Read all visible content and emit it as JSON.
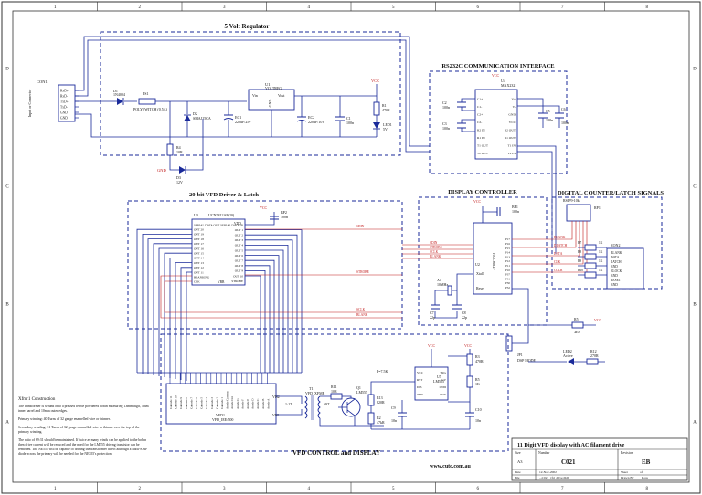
{
  "border": {
    "columns": [
      "1",
      "2",
      "3",
      "4",
      "5",
      "6",
      "7",
      "8"
    ],
    "rows": [
      "D",
      "C",
      "B",
      "A"
    ]
  },
  "blocks": {
    "regulator": "5 Volt Regulator",
    "rs232": "RS232C COMMUNICATION INTERFACE",
    "vfd_driver": "20-bit VFD Driver & Latch",
    "display_ctrl": "DISPLAY CONTROLLER",
    "digital_latch": "DIGITAL COUNTER/LATCH SIGNALS",
    "vfd_control": "VFD CONTROL and DISPLAY"
  },
  "connector": {
    "ref": "CON1",
    "pins": [
      "RxD+",
      "RxD-",
      "TxD+",
      "TxD-",
      "GND",
      "GND"
    ],
    "side_label": "Input or Connector"
  },
  "regulator": {
    "d1_ref": "D1",
    "d1_val": "1N4004",
    "ps1_ref": "PS1",
    "ps1_val": "POLYSWITCH (0.5A)",
    "d2_ref": "D2",
    "d2_val": "SMAJ15CA",
    "c1_ref": "EC1",
    "c1_val": "220uF/25v",
    "u1_ref": "U1",
    "u1_val": "VOLTREG",
    "u1_vin": "Vin",
    "u1_vout": "Vout",
    "u1_gnd": "GND",
    "c2_ref": "EC2",
    "c2_val": "220uF/10V",
    "c3_ref": "C1",
    "c3_val": "100n",
    "r1_ref": "R1",
    "r1_val": "470R",
    "led_ref": "LED1",
    "led_val": "5V",
    "vcc": "VCC",
    "r4_ref": "R4",
    "r4_val": "10R",
    "d3_ref": "D3",
    "d3_val": "12V",
    "gnd": "GND"
  },
  "rs232": {
    "u4_ref": "U4",
    "u4_val": "MAX232",
    "vcc": "VCC",
    "c2_ref": "C2",
    "c2_val": "100n",
    "c3_ref": "C3",
    "c3_val": "100n",
    "c5_ref": "C5",
    "c5_val": "100n",
    "c6_ref": "C6",
    "c6_val": "100n",
    "pins_left": [
      "C1+",
      "C1-",
      "C2+",
      "C2-",
      "R2 IN",
      "R1 IN",
      "T1 OUT",
      "T2 OUT"
    ],
    "pins_right": [
      "V+",
      "V-",
      "GND",
      "VCC",
      "R2 OUT",
      "R1 OUT",
      "T1 IN",
      "T2 IN"
    ]
  },
  "vfd_driver": {
    "u3_ref": "U3",
    "u3_val": "UCN5812AF(20)",
    "vdd": "VDD",
    "vbb": "VBB",
    "pins_left": [
      "SERIAL DATA OUT",
      "OUT 20",
      "OUT 19",
      "OUT 18",
      "OUT 17",
      "OUT 16",
      "OUT 15",
      "OUT 14",
      "OUT 13",
      "OUT 12",
      "OUT 11",
      "BLANKING",
      "CLK"
    ],
    "pins_right": [
      "SERIAL DATA IN",
      "OUT 1",
      "OUT 2",
      "OUT 3",
      "OUT 4",
      "OUT 5",
      "OUT 6",
      "OUT 7",
      "OUT 8",
      "OUT 9",
      "OUT 10",
      "STROBE"
    ],
    "bp2_ref": "BP2",
    "bp2_val": "100n",
    "vcc": "VCC"
  },
  "controller": {
    "u2_ref": "U2",
    "u2_val": "AT89C2051",
    "vcc": "VCC",
    "bp1_ref": "BP1",
    "bp1_val": "100n",
    "x1_ref": "X1",
    "x1_val": "10MHz",
    "c7_ref": "C7",
    "c7_val": "22p",
    "c8_ref": "C8",
    "c8_val": "22p",
    "nets_left": [
      "SDIN",
      "STROBE",
      "SCLK",
      "BLANK"
    ],
    "reset": "Reset",
    "xtal": "Xtal1",
    "jp1_ref": "JP1",
    "jp1_val": "DSP MODE"
  },
  "latch_signals": {
    "rp_ref": "RP1",
    "rp_val": "RSIP9-10k",
    "nets": [
      "BLANK",
      "DLATCH",
      "DATA",
      "CLK",
      "CCLR"
    ],
    "r_refs": [
      "R7",
      "R8",
      "R9",
      "R10"
    ],
    "r_val": "1K",
    "con2_ref": "CON2",
    "con2_pins": [
      "BLANK",
      "DATA",
      "LATCH",
      "GND",
      "CLOCK",
      "GND",
      "RESET",
      "GND"
    ]
  },
  "vfd_display": {
    "ref": "VFD1",
    "val": "VFD_IEE/800",
    "t1_ref": "T1",
    "t1_val": "VFD_XFMR",
    "turns_a": "1:1T",
    "turns_b": "69T",
    "r11_ref": "R11",
    "r11_val": "10R",
    "q1_ref": "Q1",
    "q1_val": "LM555",
    "r13_ref": "R13",
    "r13_val": "820R",
    "r2_ref": "R2",
    "r2_val": "47kR",
    "u5_ref": "U5",
    "u5_val": "LM555",
    "r3_ref": "R3",
    "r3_val": "470R",
    "r5_ref": "R5",
    "r5_val": "1K",
    "c9_ref": "C9",
    "c9_val": "10n",
    "c10_ref": "C10",
    "c10_val": "10n",
    "freq": "F=7.5K",
    "r6_ref": "R6",
    "r6_val": "4K7",
    "r12_ref": "R12",
    "r12_val": "270R",
    "led2_ref": "LED2",
    "led2_val": "Active",
    "vcc": "VCC",
    "u5_pins": [
      "VCC",
      "RST",
      "DIS",
      "THR",
      "TRG",
      "CV",
      "GND",
      "OUT"
    ]
  },
  "notes": {
    "heading": "Xfmr1 Construction",
    "lines": [
      "The transformer is wound onto a pressed ferrite powdered bobin measuring 13mm high, 5mm inner barrel and 10mm outer edges.",
      "Primary winding: 40 Turns of 32 gauge enamelled wire or thinner.",
      "Secondary winding: 31 Turns of 32 gauge enamelled wire or thinner over the top of the primary winding.",
      "The ratio of 69:31 should be maintained. If twice as many winds can be applied to the bobin then drive current will be reduced and the need for the LM555 driving transistor can be removed. The NE555 will be capable of driving the transformer direct although a Back-EMF diode across the primary will be needed for the NE555's protection."
    ]
  },
  "title_block": {
    "title": "11 Digit VFD display with AC filament drive",
    "size_label": "Size",
    "size": "A3",
    "number_label": "Number",
    "number": "C021",
    "revision_label": "Revision",
    "revision": "EB",
    "date_label": "Date",
    "date": "12-Nov-2002",
    "file_label": "File",
    "file": "...C021_vfd_drive.Ddb",
    "sheet_label": "Sheet",
    "sheet": "of",
    "drawn_label": "Drawn By",
    "drawn": "Ross"
  },
  "website": "www.cutc.com.au"
}
